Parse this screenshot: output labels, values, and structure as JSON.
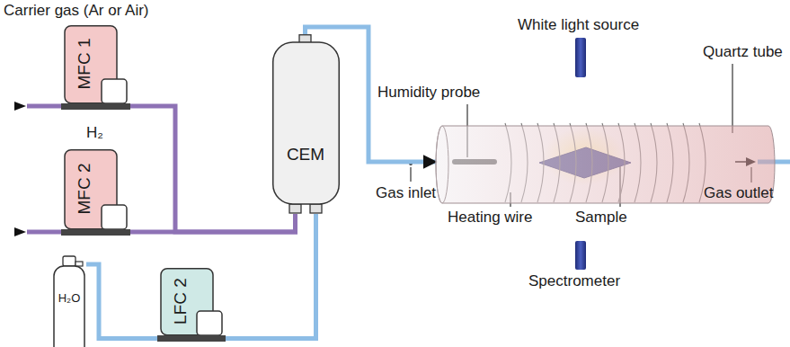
{
  "diagram": {
    "nodes": [
      {
        "text": [
          "MFC 1"
        ]
      },
      {
        "text": [
          "MFC 2"
        ]
      },
      {
        "text": [
          "CEM"
        ]
      },
      {
        "text": [
          "H₂O"
        ]
      },
      {
        "text": [
          "LFC 2"
        ]
      },
      {
        "text": [
          "Quartz tube"
        ]
      }
    ],
    "edges": [
      {
        "from": 0,
        "to": 2,
        "arrow": "none"
      },
      {
        "from": 1,
        "to": 2,
        "arrow": "none"
      },
      {
        "from": 3,
        "to": 4,
        "arrow": "none"
      },
      {
        "from": 4,
        "to": 2,
        "arrow": "none"
      },
      {
        "from": 2,
        "to": 5,
        "arrow": "to"
      }
    ],
    "labels": [
      "Carrier gas (Ar or Air)",
      "H₂",
      "White light source",
      "Humidity probe",
      "Gas inlet",
      "Heating wire",
      "Sample",
      "Spectrometer",
      "Gas outlet"
    ]
  }
}
